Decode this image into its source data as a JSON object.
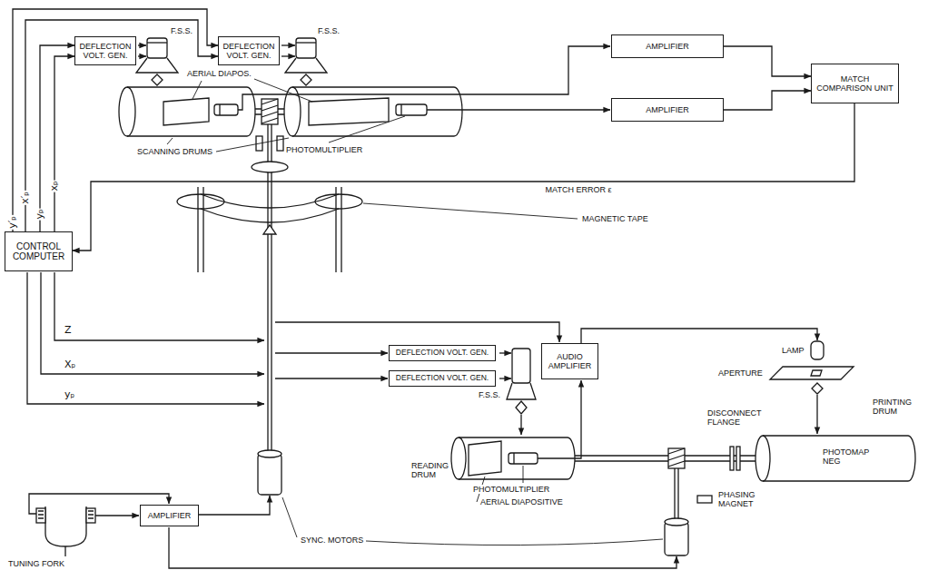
{
  "diagram": {
    "nodes": [
      {
        "text": [
          "DEFLECTION VOLT. GEN."
        ]
      },
      {
        "text": [
          "DEFLECTION VOLT. GEN."
        ]
      },
      {
        "text": [
          "AMPLIFIER"
        ]
      },
      {
        "text": [
          "MATCH COMPARISON UNIT"
        ]
      },
      {
        "text": [
          "AMPLIFIER"
        ]
      },
      {
        "text": [
          "CONTROL COMPUTER"
        ]
      },
      {
        "text": [
          "DEFLECTION VOLT. GEN."
        ]
      },
      {
        "text": [
          "DEFLECTION VOLT. GEN."
        ]
      },
      {
        "text": [
          "AUDIO AMPLIFIER"
        ]
      },
      {
        "text": [
          "AMPLIFIER"
        ]
      }
    ],
    "edges": [
      {
        "from": 5,
        "to": 1,
        "label": "y′ₚ",
        "arrow": "to"
      },
      {
        "from": 5,
        "to": 1,
        "label": "x′ₚ",
        "arrow": "to"
      },
      {
        "from": 5,
        "to": 0,
        "label": "yₚ",
        "arrow": "to"
      },
      {
        "from": 5,
        "to": 0,
        "label": "xₚ",
        "arrow": "to"
      },
      {
        "from": 2,
        "to": 3,
        "arrow": "to"
      },
      {
        "from": 4,
        "to": 3,
        "arrow": "to"
      },
      {
        "from": 3,
        "to": 5,
        "label": "MATCH ERROR ε",
        "arrow": "to"
      }
    ],
    "labels": [
      "F.S.S.",
      "F.S.S.",
      "AERIAL DIAPOS.",
      "SCANNING DRUMS",
      "PHOTOMULTIPLIER",
      "MAGNETIC TAPE",
      "Z",
      "Xₚ",
      "yₚ",
      "F.S.S.",
      "LAMP",
      "APERTURE",
      "PRINTING DRUM",
      "DISCONNECT FLANGE",
      "READING DRUM",
      "PHOTOMULTIPLIER",
      "AERIAL DIAPOSITIVE",
      "PHASING MAGNET",
      "PHOTOMAP NEG",
      "SYNC. MOTORS",
      "TUNING FORK"
    ]
  }
}
